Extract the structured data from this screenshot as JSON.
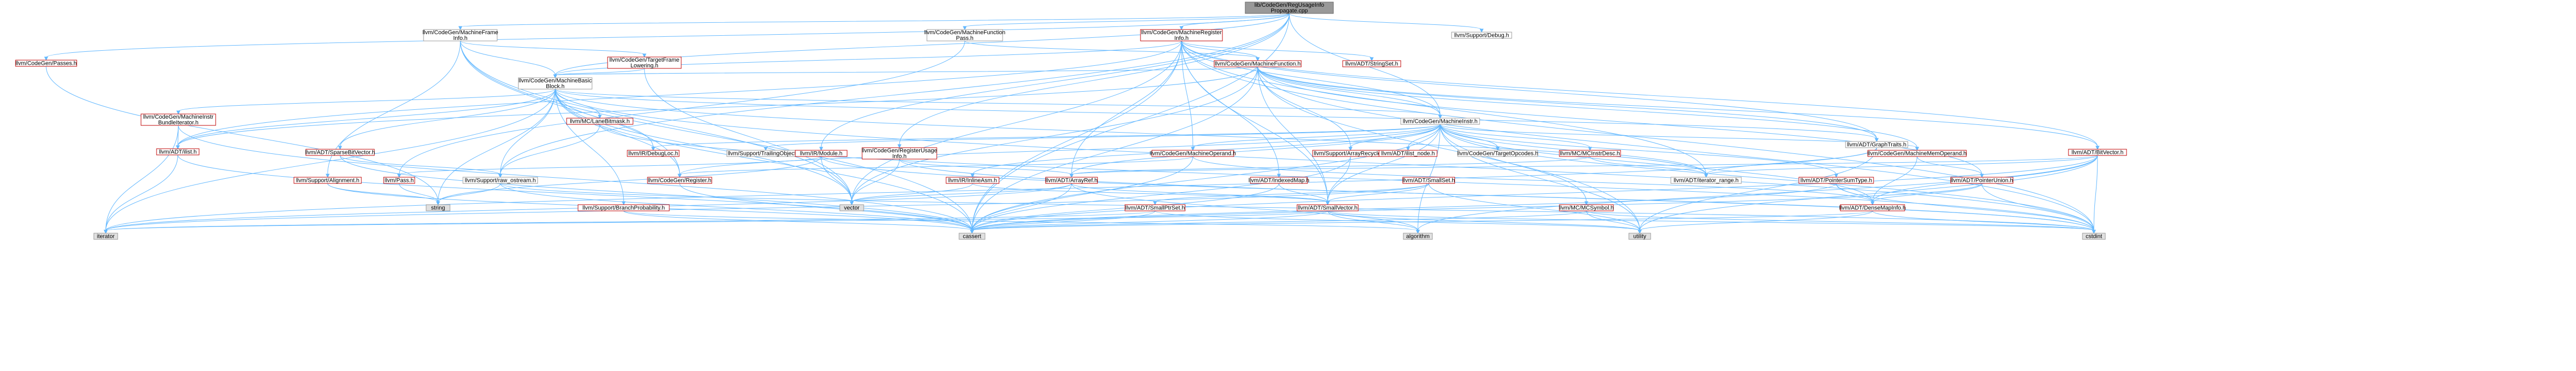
{
  "diagram": {
    "colors": {
      "root_fill": "#999999",
      "root_stroke": "#666666",
      "node_fill": "#ffffff",
      "link_stroke": "#bf0000",
      "plain_stroke": "#999999",
      "leaf_fill": "#e0e0e0",
      "edge": "#63b8ff"
    },
    "nodes": [
      {
        "id": "root",
        "lines": [
          "lib/CodeGen/RegUsageInfo",
          "Propagate.cpp"
        ],
        "style": "root"
      },
      {
        "id": "passes",
        "lines": [
          "llvm/CodeGen/Passes.h"
        ],
        "style": "link"
      },
      {
        "id": "mfi",
        "lines": [
          "llvm/CodeGen/MachineFrame",
          "Info.h"
        ],
        "style": "plain"
      },
      {
        "id": "mfp",
        "lines": [
          "llvm/CodeGen/MachineFunction",
          "Pass.h"
        ],
        "style": "plain"
      },
      {
        "id": "mri",
        "lines": [
          "llvm/CodeGen/MachineRegister",
          "Info.h"
        ],
        "style": "link"
      },
      {
        "id": "debug",
        "lines": [
          "llvm/Support/Debug.h"
        ],
        "style": "plain"
      },
      {
        "id": "tfl",
        "lines": [
          "llvm/CodeGen/TargetFrame",
          "Lowering.h"
        ],
        "style": "link"
      },
      {
        "id": "mf",
        "lines": [
          "llvm/CodeGen/MachineFunction.h"
        ],
        "style": "link"
      },
      {
        "id": "strset",
        "lines": [
          "llvm/ADT/StringSet.h"
        ],
        "style": "link"
      },
      {
        "id": "mbb",
        "lines": [
          "llvm/CodeGen/MachineBasic",
          "Block.h"
        ],
        "style": "plain"
      },
      {
        "id": "mibi",
        "lines": [
          "llvm/CodeGen/MachineInstr",
          "BundleIterator.h"
        ],
        "style": "link"
      },
      {
        "id": "lanebm",
        "lines": [
          "llvm/MC/LaneBitmask.h"
        ],
        "style": "link"
      },
      {
        "id": "mi",
        "lines": [
          "llvm/CodeGen/MachineInstr.h"
        ],
        "style": "plain"
      },
      {
        "id": "graphtraits",
        "lines": [
          "llvm/ADT/GraphTraits.h"
        ],
        "style": "plain"
      },
      {
        "id": "bitvector",
        "lines": [
          "llvm/ADT/BitVector.h"
        ],
        "style": "link"
      },
      {
        "id": "ilist",
        "lines": [
          "llvm/ADT/ilist.h"
        ],
        "style": "link"
      },
      {
        "id": "sparsebv",
        "lines": [
          "llvm/ADT/SparseBitVector.h"
        ],
        "style": "link"
      },
      {
        "id": "debugloc",
        "lines": [
          "llvm/IR/DebugLoc.h"
        ],
        "style": "link"
      },
      {
        "id": "trailing",
        "lines": [
          "llvm/Support/TrailingObjects.h"
        ],
        "style": "plain"
      },
      {
        "id": "module",
        "lines": [
          "llvm/IR/Module.h"
        ],
        "style": "link"
      },
      {
        "id": "rui",
        "lines": [
          "llvm/CodeGen/RegisterUsage",
          "Info.h"
        ],
        "style": "link"
      },
      {
        "id": "mo",
        "lines": [
          "llvm/CodeGen/MachineOperand.h"
        ],
        "style": "link"
      },
      {
        "id": "arrayrecycler",
        "lines": [
          "llvm/Support/ArrayRecycler.h"
        ],
        "style": "link"
      },
      {
        "id": "ilistnode",
        "lines": [
          "llvm/ADT/ilist_node.h"
        ],
        "style": "link"
      },
      {
        "id": "tgtopcodes",
        "lines": [
          "llvm/CodeGen/TargetOpcodes.h"
        ],
        "style": "plain"
      },
      {
        "id": "mcinstrdesc",
        "lines": [
          "llvm/MC/MCInstrDesc.h"
        ],
        "style": "link"
      },
      {
        "id": "mmo",
        "lines": [
          "llvm/CodeGen/MachineMemOperand.h"
        ],
        "style": "link"
      },
      {
        "id": "pass",
        "lines": [
          "llvm/Pass.h"
        ],
        "style": "link"
      },
      {
        "id": "alignment",
        "lines": [
          "llvm/Support/Alignment.h"
        ],
        "style": "link"
      },
      {
        "id": "rawostream",
        "lines": [
          "llvm/Support/raw_ostream.h"
        ],
        "style": "plain"
      },
      {
        "id": "register",
        "lines": [
          "llvm/CodeGen/Register.h"
        ],
        "style": "link"
      },
      {
        "id": "inlineasm",
        "lines": [
          "llvm/IR/InlineAsm.h"
        ],
        "style": "link"
      },
      {
        "id": "arrayref",
        "lines": [
          "llvm/ADT/ArrayRef.h"
        ],
        "style": "link"
      },
      {
        "id": "indexedmap",
        "lines": [
          "llvm/ADT/IndexedMap.h"
        ],
        "style": "link"
      },
      {
        "id": "smallset",
        "lines": [
          "llvm/ADT/SmallSet.h"
        ],
        "style": "link"
      },
      {
        "id": "iterrange",
        "lines": [
          "llvm/ADT/iterator_range.h"
        ],
        "style": "plain"
      },
      {
        "id": "ptrsumtype",
        "lines": [
          "llvm/ADT/PointerSumType.h"
        ],
        "style": "link"
      },
      {
        "id": "ptrunion",
        "lines": [
          "llvm/ADT/PointerUnion.h"
        ],
        "style": "link"
      },
      {
        "id": "branchprob",
        "lines": [
          "llvm/Support/BranchProbability.h"
        ],
        "style": "link"
      },
      {
        "id": "smallptrset",
        "lines": [
          "llvm/ADT/SmallPtrSet.h"
        ],
        "style": "link"
      },
      {
        "id": "smallvector",
        "lines": [
          "llvm/ADT/SmallVector.h"
        ],
        "style": "link"
      },
      {
        "id": "mcsymbol",
        "lines": [
          "llvm/MC/MCSymbol.h"
        ],
        "style": "link"
      },
      {
        "id": "densemapinfo",
        "lines": [
          "llvm/ADT/DenseMapInfo.h"
        ],
        "style": "link"
      },
      {
        "id": "string",
        "lines": [
          "string"
        ],
        "style": "leaf"
      },
      {
        "id": "vector",
        "lines": [
          "vector"
        ],
        "style": "leaf"
      },
      {
        "id": "iterator",
        "lines": [
          "iterator"
        ],
        "style": "leaf"
      },
      {
        "id": "cassert",
        "lines": [
          "cassert"
        ],
        "style": "leaf"
      },
      {
        "id": "algorithm",
        "lines": [
          "algorithm"
        ],
        "style": "leaf"
      },
      {
        "id": "utility",
        "lines": [
          "utility"
        ],
        "style": "leaf"
      },
      {
        "id": "cstdint",
        "lines": [
          "cstdint"
        ],
        "style": "leaf"
      }
    ],
    "edges": [
      [
        "root",
        "passes"
      ],
      [
        "root",
        "mfi"
      ],
      [
        "root",
        "mfp"
      ],
      [
        "root",
        "mri"
      ],
      [
        "root",
        "debug"
      ],
      [
        "root",
        "module"
      ],
      [
        "root",
        "rui"
      ],
      [
        "root",
        "mbb"
      ],
      [
        "root",
        "mi"
      ],
      [
        "root",
        "rawostream"
      ],
      [
        "root",
        "cassert"
      ],
      [
        "passes",
        "string"
      ],
      [
        "mfi",
        "tfl"
      ],
      [
        "mfi",
        "mbb"
      ],
      [
        "mfi",
        "alignment"
      ],
      [
        "mfi",
        "register"
      ],
      [
        "mfi",
        "vector"
      ],
      [
        "mfi",
        "cassert"
      ],
      [
        "mfp",
        "mf"
      ],
      [
        "mfp",
        "pass"
      ],
      [
        "mri",
        "mf"
      ],
      [
        "mri",
        "strset"
      ],
      [
        "mri",
        "bitvector"
      ],
      [
        "mri",
        "graphtraits"
      ],
      [
        "mri",
        "mbb"
      ],
      [
        "mri",
        "mi"
      ],
      [
        "mri",
        "mo"
      ],
      [
        "mri",
        "indexedmap"
      ],
      [
        "mri",
        "arrayref"
      ],
      [
        "mri",
        "iterrange"
      ],
      [
        "mri",
        "smallvector"
      ],
      [
        "mri",
        "ilist"
      ],
      [
        "mri",
        "cassert"
      ],
      [
        "mri",
        "vector"
      ],
      [
        "mri",
        "cstdint"
      ],
      [
        "tfl",
        "mbb"
      ],
      [
        "tfl",
        "vector"
      ],
      [
        "mf",
        "mbb"
      ],
      [
        "mf",
        "mi"
      ],
      [
        "mf",
        "arrayrecycler"
      ],
      [
        "mf",
        "mmo"
      ],
      [
        "mf",
        "graphtraits"
      ],
      [
        "mf",
        "bitvector"
      ],
      [
        "mf",
        "ilist"
      ],
      [
        "mf",
        "smallvector"
      ],
      [
        "mf",
        "ptrunion"
      ],
      [
        "mf",
        "cassert"
      ],
      [
        "mf",
        "cstdint"
      ],
      [
        "mf",
        "vector"
      ],
      [
        "mf",
        "utility"
      ],
      [
        "mbb",
        "mibi"
      ],
      [
        "mbb",
        "lanebm"
      ],
      [
        "mbb",
        "mi"
      ],
      [
        "mbb",
        "graphtraits"
      ],
      [
        "mbb",
        "ilist"
      ],
      [
        "mbb",
        "sparsebv"
      ],
      [
        "mbb",
        "debugloc"
      ],
      [
        "mbb",
        "branchprob"
      ],
      [
        "mbb",
        "rawostream"
      ],
      [
        "mbb",
        "iterrange"
      ],
      [
        "mbb",
        "register"
      ],
      [
        "mbb",
        "cassert"
      ],
      [
        "mbb",
        "iterator"
      ],
      [
        "mbb",
        "string"
      ],
      [
        "mbb",
        "vector"
      ],
      [
        "mbb",
        "cstdint"
      ],
      [
        "mibi",
        "ilist"
      ],
      [
        "mibi",
        "cassert"
      ],
      [
        "mibi",
        "iterator"
      ],
      [
        "lanebm",
        "rawostream"
      ],
      [
        "lanebm",
        "cstdint"
      ],
      [
        "mi",
        "debugloc"
      ],
      [
        "mi",
        "trailing"
      ],
      [
        "mi",
        "mo"
      ],
      [
        "mi",
        "arrayrecycler"
      ],
      [
        "mi",
        "ilistnode"
      ],
      [
        "mi",
        "tgtopcodes"
      ],
      [
        "mi",
        "mcinstrdesc"
      ],
      [
        "mi",
        "mmo"
      ],
      [
        "mi",
        "inlineasm"
      ],
      [
        "mi",
        "arrayref"
      ],
      [
        "mi",
        "ptrsumtype"
      ],
      [
        "mi",
        "iterrange"
      ],
      [
        "mi",
        "smallvector"
      ],
      [
        "mi",
        "mcsymbol"
      ],
      [
        "mi",
        "densemapinfo"
      ],
      [
        "mi",
        "algorithm"
      ],
      [
        "mi",
        "cassert"
      ],
      [
        "mi",
        "cstdint"
      ],
      [
        "mi",
        "utility"
      ],
      [
        "mi",
        "register"
      ],
      [
        "graphtraits",
        "iterrange"
      ],
      [
        "graphtraits",
        "iterator"
      ],
      [
        "graphtraits",
        "utility"
      ],
      [
        "bitvector",
        "iterrange"
      ],
      [
        "bitvector",
        "arrayref"
      ],
      [
        "bitvector",
        "densemapinfo"
      ],
      [
        "bitvector",
        "algorithm"
      ],
      [
        "bitvector",
        "cassert"
      ],
      [
        "bitvector",
        "cstdint"
      ],
      [
        "bitvector",
        "utility"
      ],
      [
        "ilist",
        "cassert"
      ],
      [
        "ilist",
        "iterator"
      ],
      [
        "sparsebv",
        "rawostream"
      ],
      [
        "sparsebv",
        "cassert"
      ],
      [
        "module",
        "pass"
      ],
      [
        "module",
        "string"
      ],
      [
        "module",
        "vector"
      ],
      [
        "module",
        "cstdint"
      ],
      [
        "rui",
        "arrayref"
      ],
      [
        "rui",
        "vector"
      ],
      [
        "rui",
        "cstdint"
      ],
      [
        "mo",
        "register"
      ],
      [
        "mo",
        "densemapinfo"
      ],
      [
        "mo",
        "cassert"
      ],
      [
        "arrayrecycler",
        "smallvector"
      ],
      [
        "arrayrecycler",
        "cassert"
      ],
      [
        "mcinstrdesc",
        "arrayref"
      ],
      [
        "mcinstrdesc",
        "iterrange"
      ],
      [
        "mmo",
        "ptrunion"
      ],
      [
        "mmo",
        "densemapinfo"
      ],
      [
        "pass",
        "string"
      ],
      [
        "alignment",
        "cassert"
      ],
      [
        "alignment",
        "string"
      ],
      [
        "rawostream",
        "string"
      ],
      [
        "rawostream",
        "cassert"
      ],
      [
        "rawostream",
        "cstdint"
      ],
      [
        "register",
        "cassert"
      ],
      [
        "inlineasm",
        "smallvector"
      ],
      [
        "inlineasm",
        "vector"
      ],
      [
        "arrayref",
        "smallvector"
      ],
      [
        "arrayref",
        "algorithm"
      ],
      [
        "arrayref",
        "vector"
      ],
      [
        "arrayref",
        "iterator"
      ],
      [
        "arrayref",
        "cassert"
      ],
      [
        "indexedmap",
        "smallvector"
      ],
      [
        "indexedmap",
        "cassert"
      ],
      [
        "smallset",
        "smallptrset"
      ],
      [
        "smallset",
        "smallvector"
      ],
      [
        "smallset",
        "iterator"
      ],
      [
        "smallset",
        "utility"
      ],
      [
        "ptrsumtype",
        "densemapinfo"
      ],
      [
        "ptrsumtype",
        "cassert"
      ],
      [
        "ptrsumtype",
        "cstdint"
      ],
      [
        "ptrunion",
        "densemapinfo"
      ],
      [
        "ptrunion",
        "cassert"
      ],
      [
        "ptrunion",
        "cstdint"
      ],
      [
        "branchprob",
        "algorithm"
      ],
      [
        "branchprob",
        "cassert"
      ],
      [
        "smallptrset",
        "cassert"
      ],
      [
        "smallptrset",
        "iterator"
      ],
      [
        "smallptrset",
        "utility"
      ],
      [
        "smallvector",
        "algorithm"
      ],
      [
        "smallvector",
        "cassert"
      ],
      [
        "smallvector",
        "iterator"
      ],
      [
        "smallvector",
        "utility"
      ],
      [
        "smallvector",
        "cstdint"
      ],
      [
        "mcsymbol",
        "cassert"
      ],
      [
        "mcsymbol",
        "cstdint"
      ],
      [
        "mcsymbol",
        "utility"
      ],
      [
        "densemapinfo",
        "cassert"
      ],
      [
        "densemapinfo",
        "cstdint"
      ],
      [
        "densemapinfo",
        "utility"
      ]
    ]
  }
}
